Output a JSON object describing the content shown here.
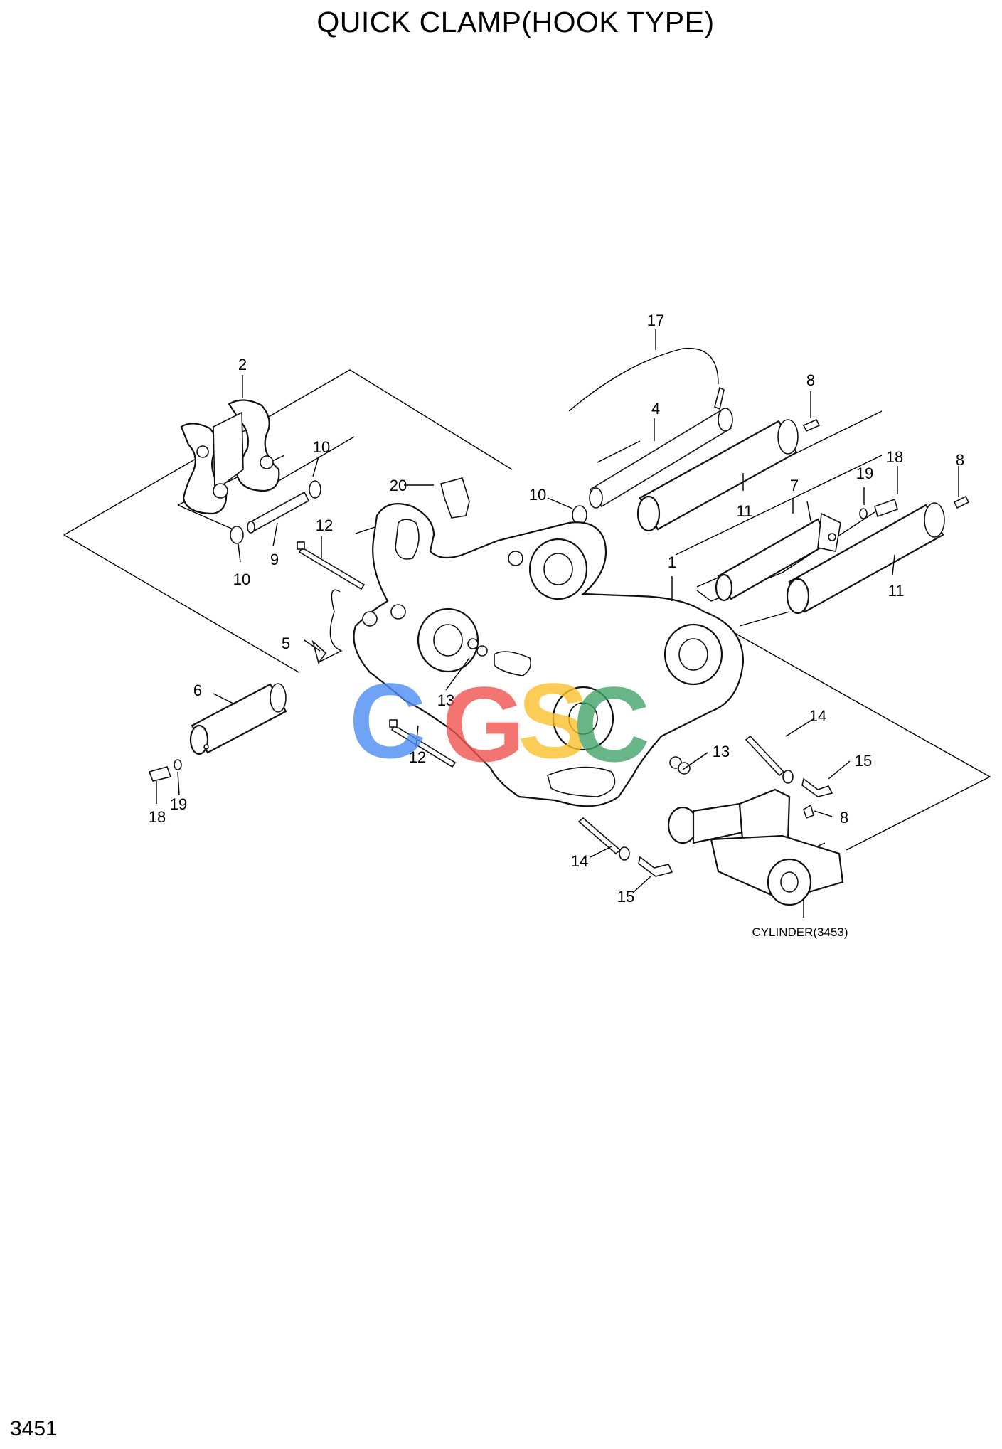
{
  "title": "QUICK CLAMP(HOOK TYPE)",
  "page_number": "3451",
  "watermark": {
    "letters": [
      "C",
      "G",
      "S",
      "C"
    ],
    "colors": [
      "#4c8df5",
      "#ef5350",
      "#fbc02d",
      "#43a56a"
    ]
  },
  "callouts": {
    "c1": "1",
    "c2": "2",
    "c4": "4",
    "c5": "5",
    "c6": "6",
    "c7": "7",
    "c8a": "8",
    "c8b": "8",
    "c8c": "8",
    "c9": "9",
    "c10a": "10",
    "c10b": "10",
    "c10c": "10",
    "c11a": "11",
    "c11b": "11",
    "c12a": "12",
    "c12b": "12",
    "c13a": "13",
    "c13b": "13",
    "c14a": "14",
    "c14b": "14",
    "c15a": "15",
    "c15b": "15",
    "c17": "17",
    "c18a": "18",
    "c18b": "18",
    "c19a": "19",
    "c19b": "19",
    "c20": "20"
  },
  "cylinder_ref": "CYLINDER(3453)"
}
